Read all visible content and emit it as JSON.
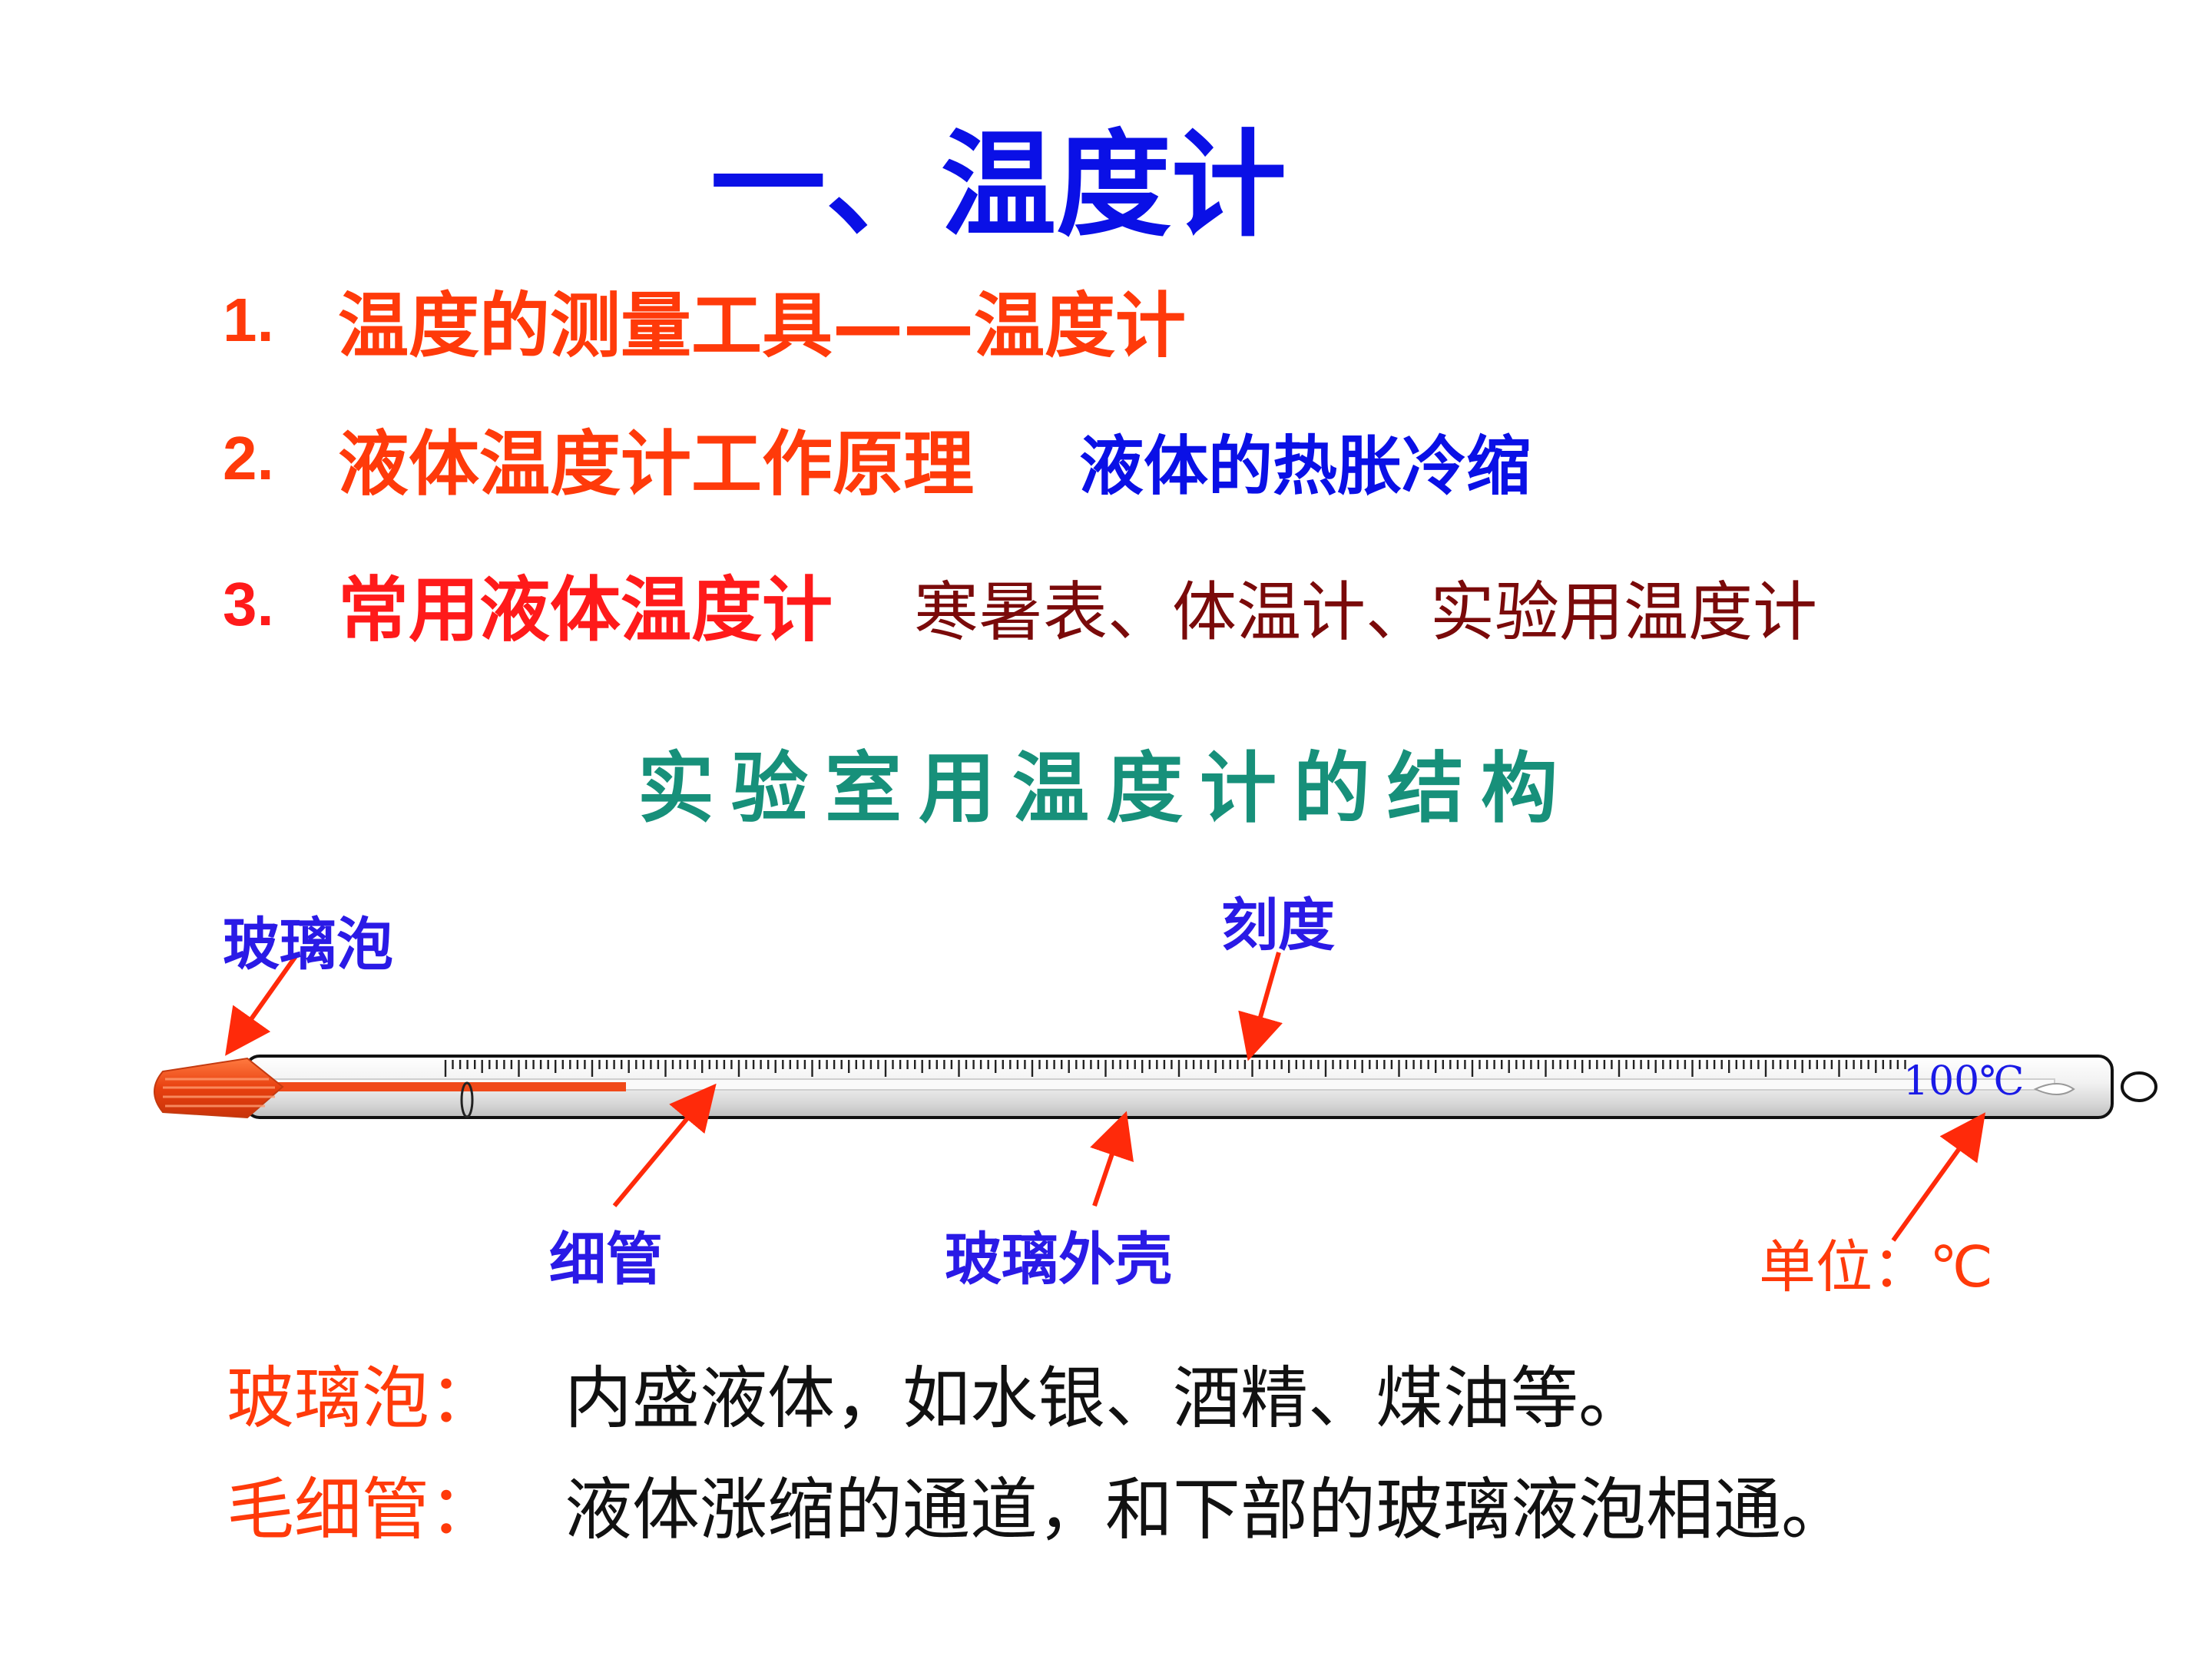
{
  "title": "一、温度计",
  "items": [
    {
      "number": "1.",
      "heading": "温度的测量工具——温度计",
      "detail": ""
    },
    {
      "number": "2.",
      "heading": "液体温度计工作原理",
      "detail": "液体的热胀冷缩"
    },
    {
      "number": "3.",
      "heading": "常用液体温度计",
      "detail": "寒暑表、体温计、实验用温度计"
    }
  ],
  "structure_title": "实验室用温度计的结构",
  "diagram": {
    "labels": {
      "bulb": "玻璃泡",
      "scale": "刻度",
      "capillary": "细管",
      "shell": "玻璃外壳",
      "unit": "单位：℃"
    },
    "scale_max_text": "100℃",
    "colors": {
      "arrow": "#ff2a0a",
      "liquid": "#f04a1a",
      "label": "#2a1ae6"
    }
  },
  "descriptions": [
    {
      "key": "玻璃泡：",
      "value": "内盛液体，如水银、酒精、煤油等。"
    },
    {
      "key": "毛细管：",
      "value": "液体涨缩的通道，和下部的玻璃液泡相通。"
    }
  ]
}
